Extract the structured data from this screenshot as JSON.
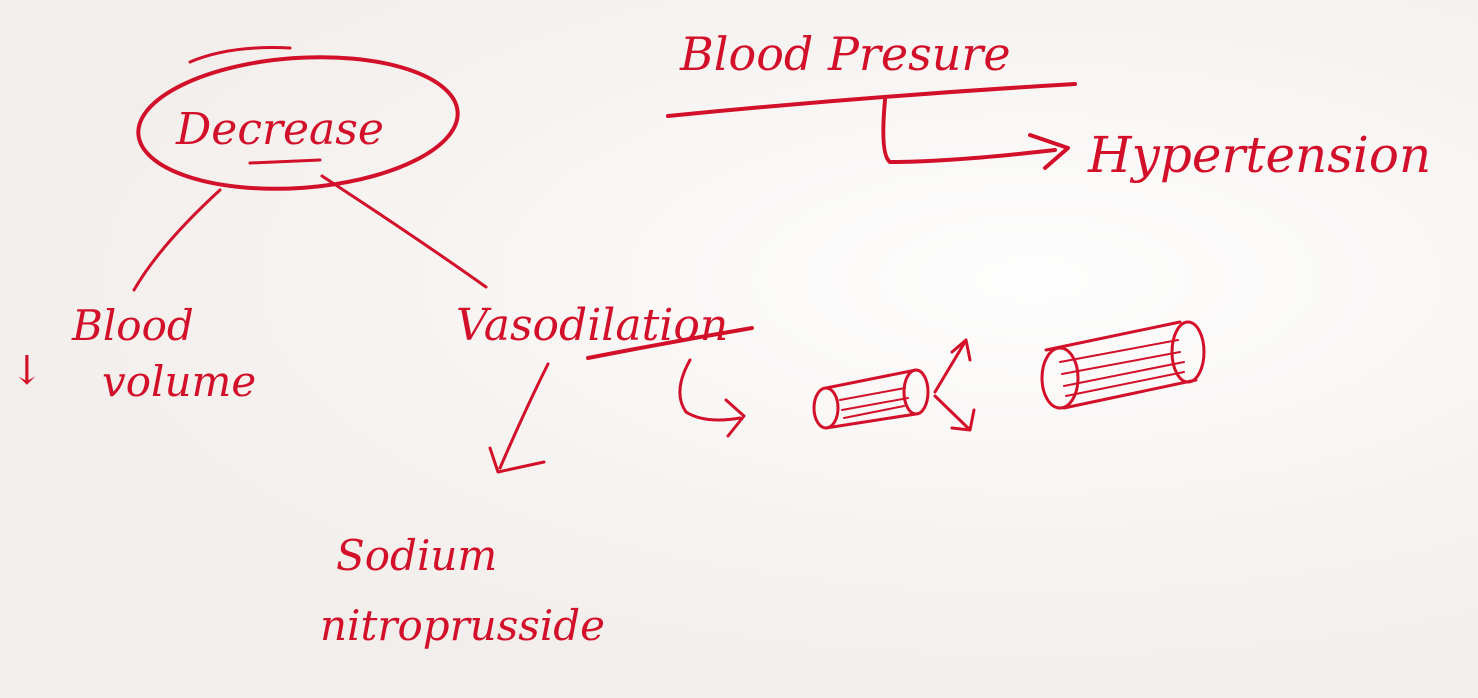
{
  "diagram": {
    "title": "Blood Presure",
    "branch_label": "Hypertension",
    "center_node": "Decrease",
    "left_child_arrow_glyph": "↓",
    "left_child_line1": "Blood",
    "left_child_line2": "volume",
    "right_child": "Vasodilation",
    "drug_line1": "Sodium",
    "drug_line2": "nitroprusside",
    "ink_color": "#d3102a",
    "paper_color": "#f4f1ee",
    "icons": [
      "narrow-vessel-icon",
      "widened-vessel-icon",
      "expansion-arrows-icon"
    ]
  }
}
